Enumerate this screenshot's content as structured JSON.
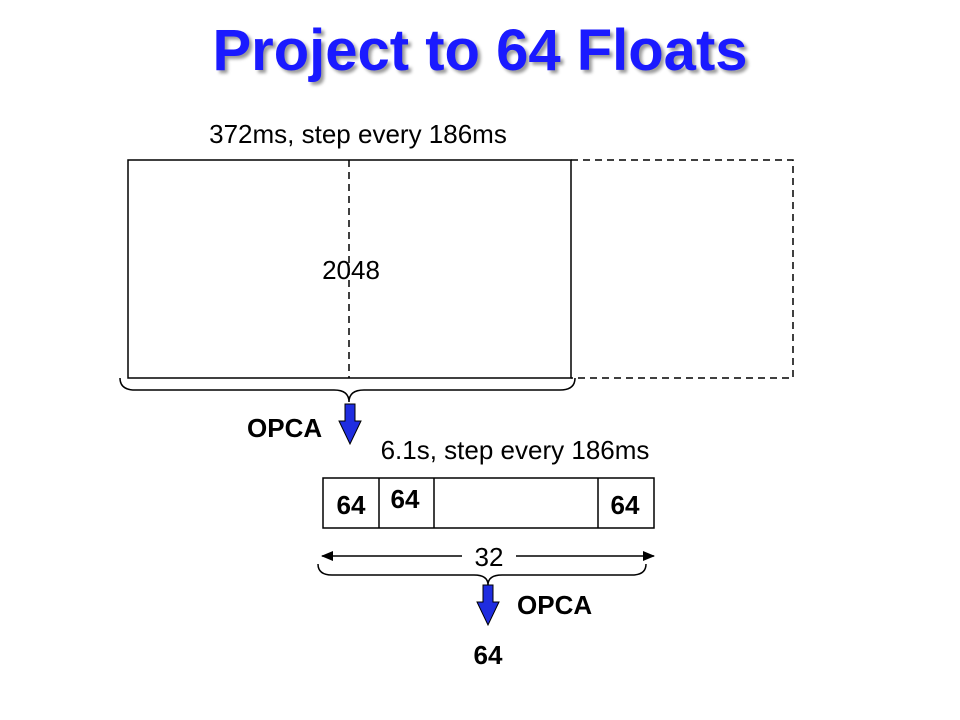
{
  "title": "Project to 64 Floats",
  "top_window": {
    "caption": "372ms, step every 186ms",
    "value": "2048"
  },
  "first_projection": {
    "label": "OPCA"
  },
  "bottom_window": {
    "caption": "6.1s, step every 186ms",
    "cells": [
      "64",
      "64",
      "64"
    ],
    "count": "32"
  },
  "second_projection": {
    "label": "OPCA"
  },
  "output": {
    "value": "64"
  },
  "colors": {
    "title": "#1a1aff",
    "arrow": "#1f2de0",
    "lines": "#000000"
  }
}
